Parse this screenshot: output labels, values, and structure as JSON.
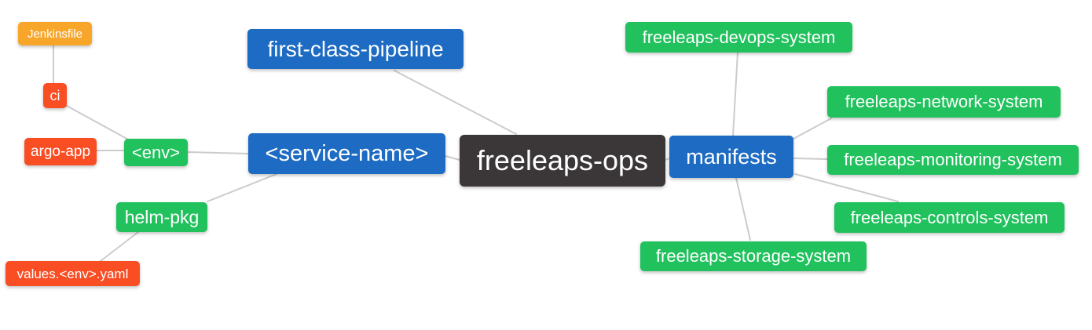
{
  "diagram": {
    "type": "mindmap",
    "root_label": "freeleaps-ops"
  },
  "colors": {
    "root_node": "#3b3738",
    "primary_branch": "#1d6bc2",
    "secondary_node": "#21c15d",
    "leaf_node": "#f94d23",
    "file_node": "#f8a62a",
    "edge": "#cccccc",
    "node_text": "#ffffff",
    "background": "#ffffff"
  },
  "nodes": {
    "freeleaps_ops": {
      "label": "freeleaps-ops"
    },
    "first_class_pipeline": {
      "label": "first-class-pipeline"
    },
    "service_name": {
      "label": "<service-name>"
    },
    "manifests": {
      "label": "manifests"
    },
    "env": {
      "label": "<env>"
    },
    "helm_pkg": {
      "label": "helm-pkg"
    },
    "ci": {
      "label": "ci"
    },
    "jenkinsfile": {
      "label": "Jenkinsfile"
    },
    "argo_app": {
      "label": "argo-app"
    },
    "values_env_yaml": {
      "label": "values.<env>.yaml"
    },
    "devops_system": {
      "label": "freeleaps-devops-system"
    },
    "network_system": {
      "label": "freeleaps-network-system"
    },
    "monitoring_system": {
      "label": "freeleaps-monitoring-system"
    },
    "controls_system": {
      "label": "freeleaps-controls-system"
    },
    "storage_system": {
      "label": "freeleaps-storage-system"
    }
  },
  "edges": [
    [
      "Jenkinsfile",
      "ci"
    ],
    [
      "ci",
      "<env>"
    ],
    [
      "argo-app",
      "<env>"
    ],
    [
      "<env>",
      "<service-name>"
    ],
    [
      "helm-pkg",
      "<service-name>"
    ],
    [
      "values.<env>.yaml",
      "helm-pkg"
    ],
    [
      "<service-name>",
      "freeleaps-ops"
    ],
    [
      "first-class-pipeline",
      "freeleaps-ops"
    ],
    [
      "freeleaps-ops",
      "manifests"
    ],
    [
      "manifests",
      "freeleaps-devops-system"
    ],
    [
      "manifests",
      "freeleaps-network-system"
    ],
    [
      "manifests",
      "freeleaps-monitoring-system"
    ],
    [
      "manifests",
      "freeleaps-controls-system"
    ],
    [
      "manifests",
      "freeleaps-storage-system"
    ]
  ]
}
